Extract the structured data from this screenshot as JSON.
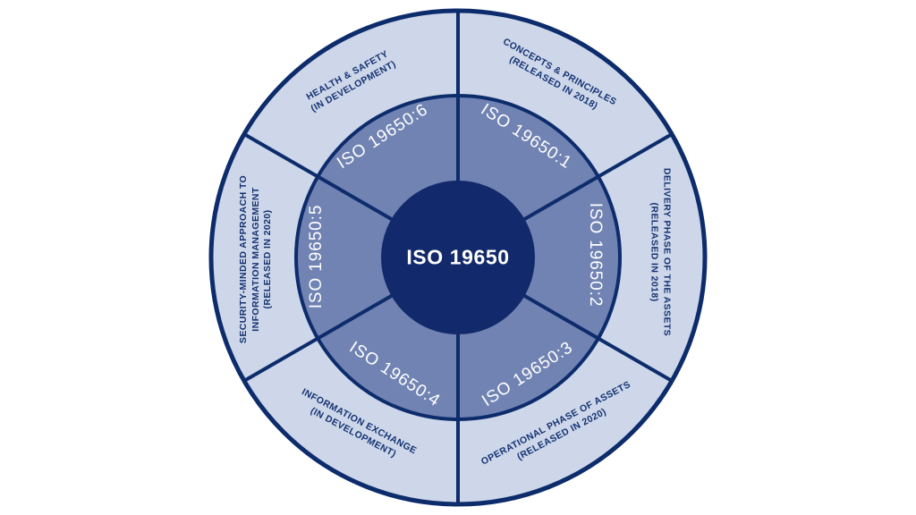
{
  "diagram": {
    "center_label": "ISO 19650",
    "colors": {
      "center_circle": "#12296B",
      "inner_ring": "#7183B2",
      "outer_ring": "#CDD7E9",
      "line": "#0D2C6C",
      "outer_text": "#143272",
      "ring_text": "#FFFFFF",
      "background": "#FFFFFF"
    },
    "segments": [
      {
        "code": "ISO 19650:1",
        "label_lines": [
          "CONCEPTS & PRINCIPLES",
          "(RELEASED IN 2018)"
        ]
      },
      {
        "code": "ISO 19650:2",
        "label_lines": [
          "DELIVERY PHASE OF THE ASSETS",
          "(RELEASED IN 2018)"
        ]
      },
      {
        "code": "ISO 19650:3",
        "label_lines": [
          "OPERATIONAL PHASE OF ASSETS",
          "(RELEASED IN 2020)"
        ]
      },
      {
        "code": "ISO 19650:4",
        "label_lines": [
          "INFORMATION EXCHANGE",
          "(IN DEVELOPMENT)"
        ]
      },
      {
        "code": "ISO 19650:5",
        "label_lines": [
          "SECURITY-MINDED APPROACH TO",
          "INFORMATION MANAGEMENT",
          "(RELEASED IN 2020)"
        ]
      },
      {
        "code": "ISO 19650:6",
        "label_lines": [
          "HEALTH & SAFETY",
          "(IN DEVELOPMENT)"
        ]
      }
    ]
  }
}
